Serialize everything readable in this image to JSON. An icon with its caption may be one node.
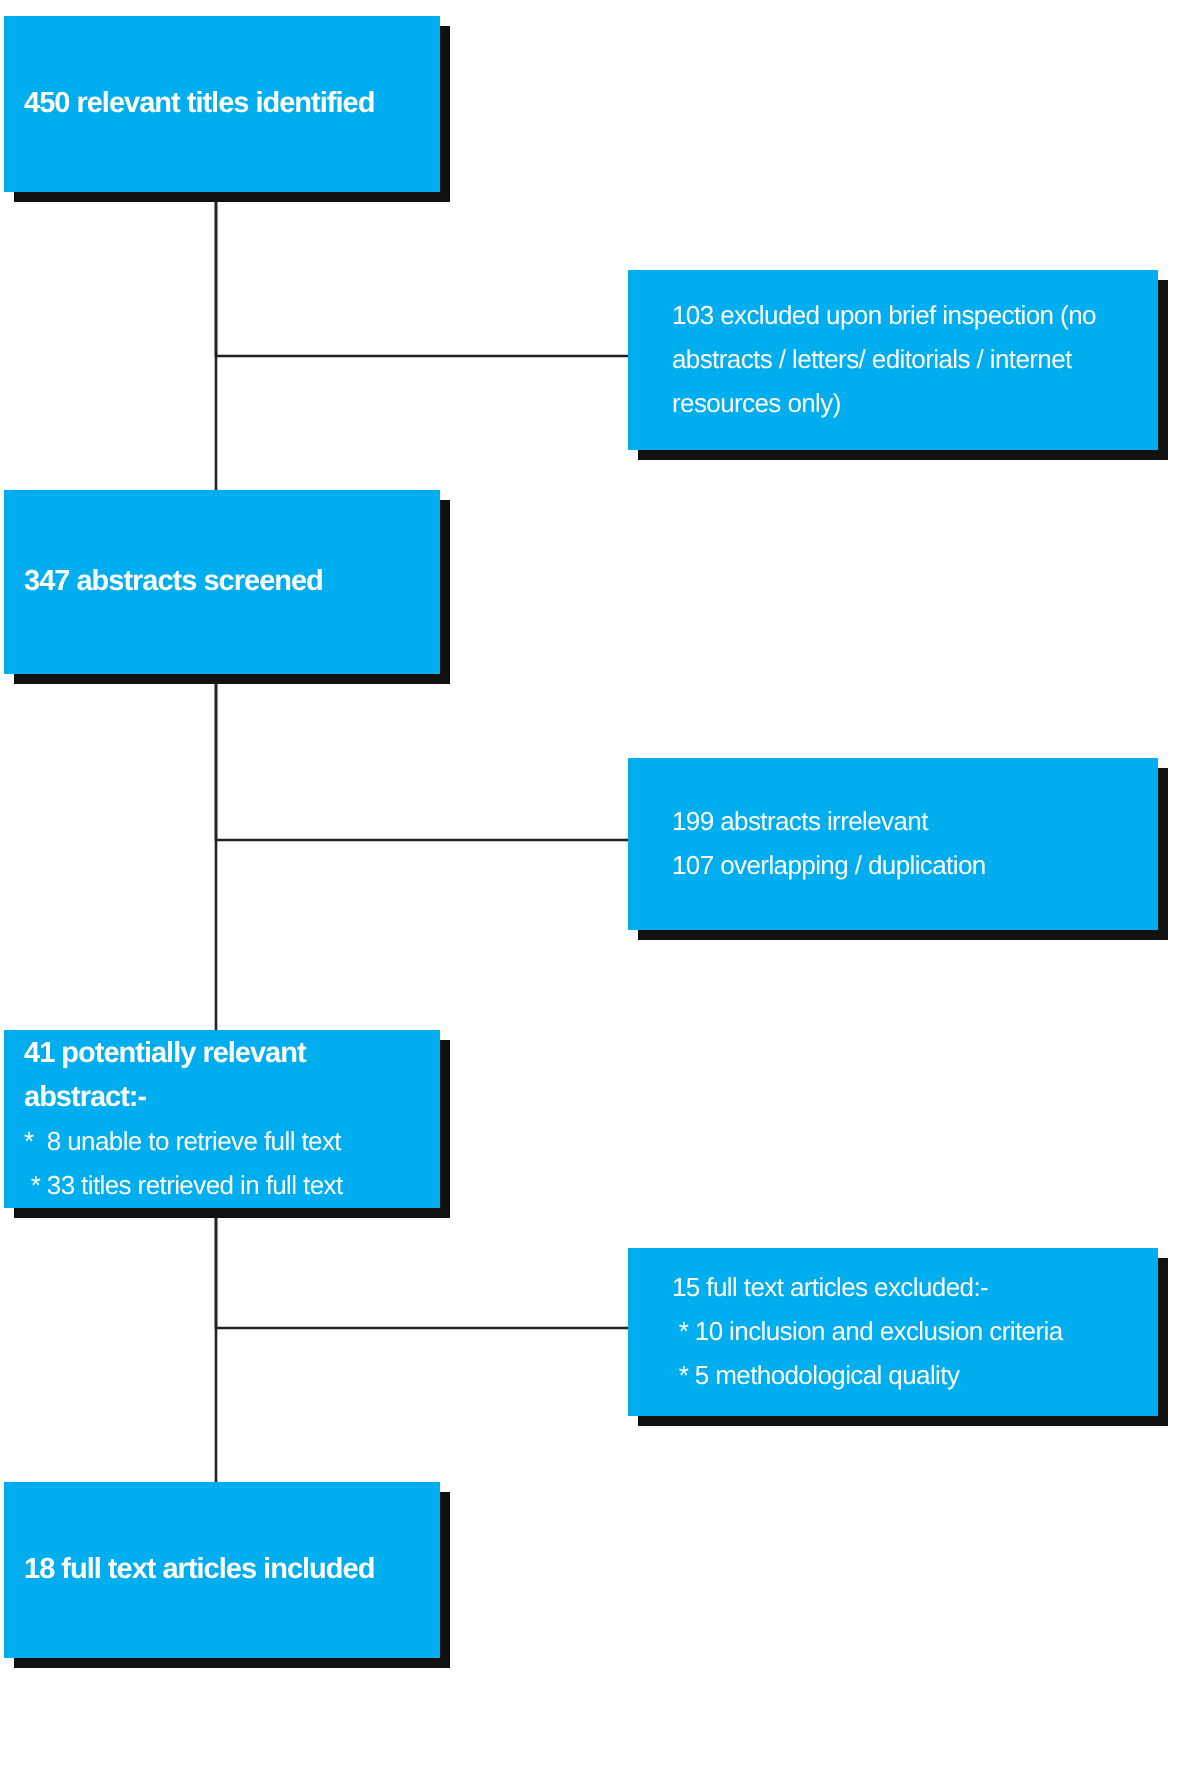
{
  "diagram": {
    "nodes": [
      {
        "text": [
          "450 relevant titles identified"
        ]
      },
      {
        "text": [
          "103 excluded upon brief inspection (no abstracts / letters/ editorials / internet resources only)"
        ]
      },
      {
        "text": [
          "347 abstracts screened"
        ]
      },
      {
        "text": [
          "199 abstracts irrelevant",
          "107 overlapping / duplication"
        ]
      },
      {
        "text": [
          "41 potentially relevant abstract:-",
          "*  8 unable to retrieve full text",
          " * 33 titles retrieved in full text"
        ]
      },
      {
        "text": [
          "15 full text articles excluded:-",
          " * 10 inclusion and exclusion criteria",
          " * 5 methodological quality"
        ]
      },
      {
        "text": [
          "18 full text articles included"
        ]
      }
    ],
    "edges": [
      {
        "from": 0,
        "to": 1,
        "arrow": "none"
      },
      {
        "from": 0,
        "to": 2,
        "arrow": "none"
      },
      {
        "from": 2,
        "to": 3,
        "arrow": "none"
      },
      {
        "from": 2,
        "to": 4,
        "arrow": "none"
      },
      {
        "from": 4,
        "to": 5,
        "arrow": "none"
      },
      {
        "from": 4,
        "to": 6,
        "arrow": "none"
      }
    ]
  }
}
